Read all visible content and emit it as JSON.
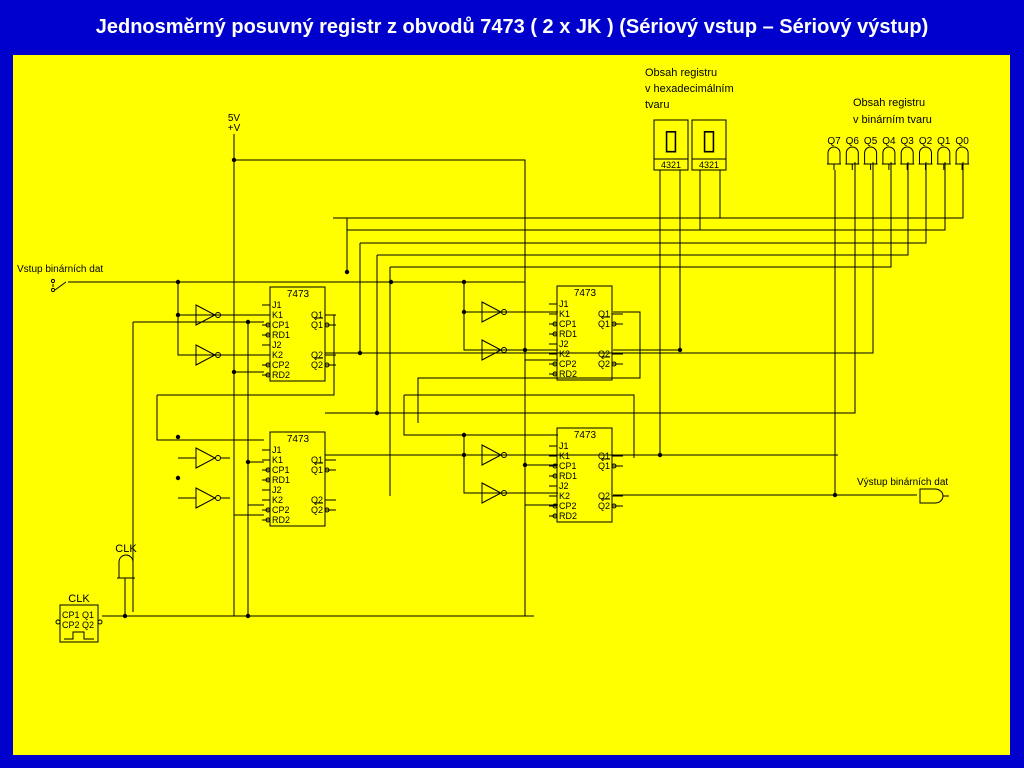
{
  "title": "Jednosměrný posuvný registr z obvodů 7473 ( 2 x JK ) (Sériový vstup – Sériový výstup)",
  "labels": {
    "supply_line1": "5V",
    "supply_line2": "+V",
    "serial_input": "Vstup binárních dat",
    "serial_output": "Výstup binárních dat",
    "clk_button": "CLK",
    "clk_generator": "CLK",
    "hex_line1": "Obsah registru",
    "hex_line2": "v hexadecimálním",
    "hex_line3": "tvaru",
    "bin_line1": "Obsah registru",
    "bin_line2": "v binárním tvaru"
  },
  "ic_type": "7473",
  "ic_pins_left": [
    "J1",
    "K1",
    "CP1",
    "RD1",
    "J2",
    "K2",
    "CP2",
    "RD2"
  ],
  "ic_pins_right": [
    "Q1",
    "Q1",
    "Q2",
    "Q2"
  ],
  "display_pins": "4321",
  "display_glyph": "▯",
  "led_labels": [
    "Q7",
    "Q6",
    "Q5",
    "Q4",
    "Q3",
    "Q2",
    "Q1",
    "Q0"
  ],
  "clk_gen_pins": [
    "CP1",
    "Q1",
    "CP2",
    "Q2"
  ]
}
